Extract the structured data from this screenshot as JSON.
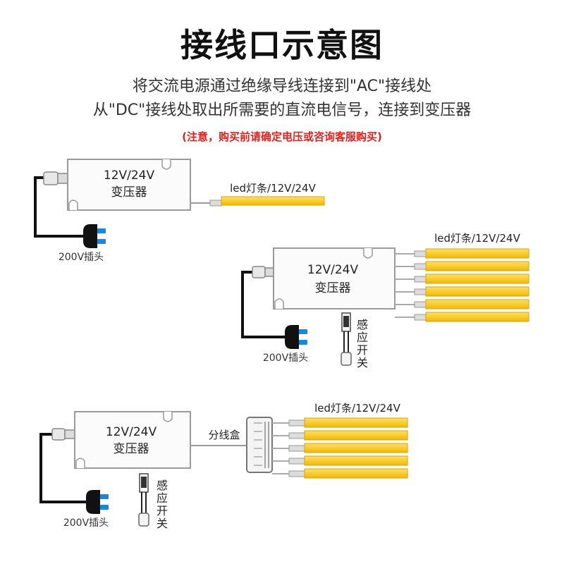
{
  "header": {
    "title": "接线口示意图",
    "line1": "将交流电源通过绝缘导线连接到\"AC\"接线处",
    "line2": "从\"DC\"接线处取出所需要的直流电信号，连接到变压器",
    "note": "(注意，购买前请确定电压或咨询客服购买)"
  },
  "labels": {
    "transformer_line1": "12V/24V",
    "transformer_line2": "变压器",
    "led": "led灯条/12V/24V",
    "plug": "200V插头",
    "sensor": [
      "感",
      "应",
      "开",
      "关"
    ],
    "splitter": "分线盒"
  },
  "colors": {
    "led_fill": "#f7c823",
    "led_border": "#d9a400",
    "plug_blue": "#1a88d8",
    "box_stroke": "#9a9a9a",
    "box_fill": "#fbfbfb",
    "cable": "#111111",
    "warning": "#e0201c"
  }
}
